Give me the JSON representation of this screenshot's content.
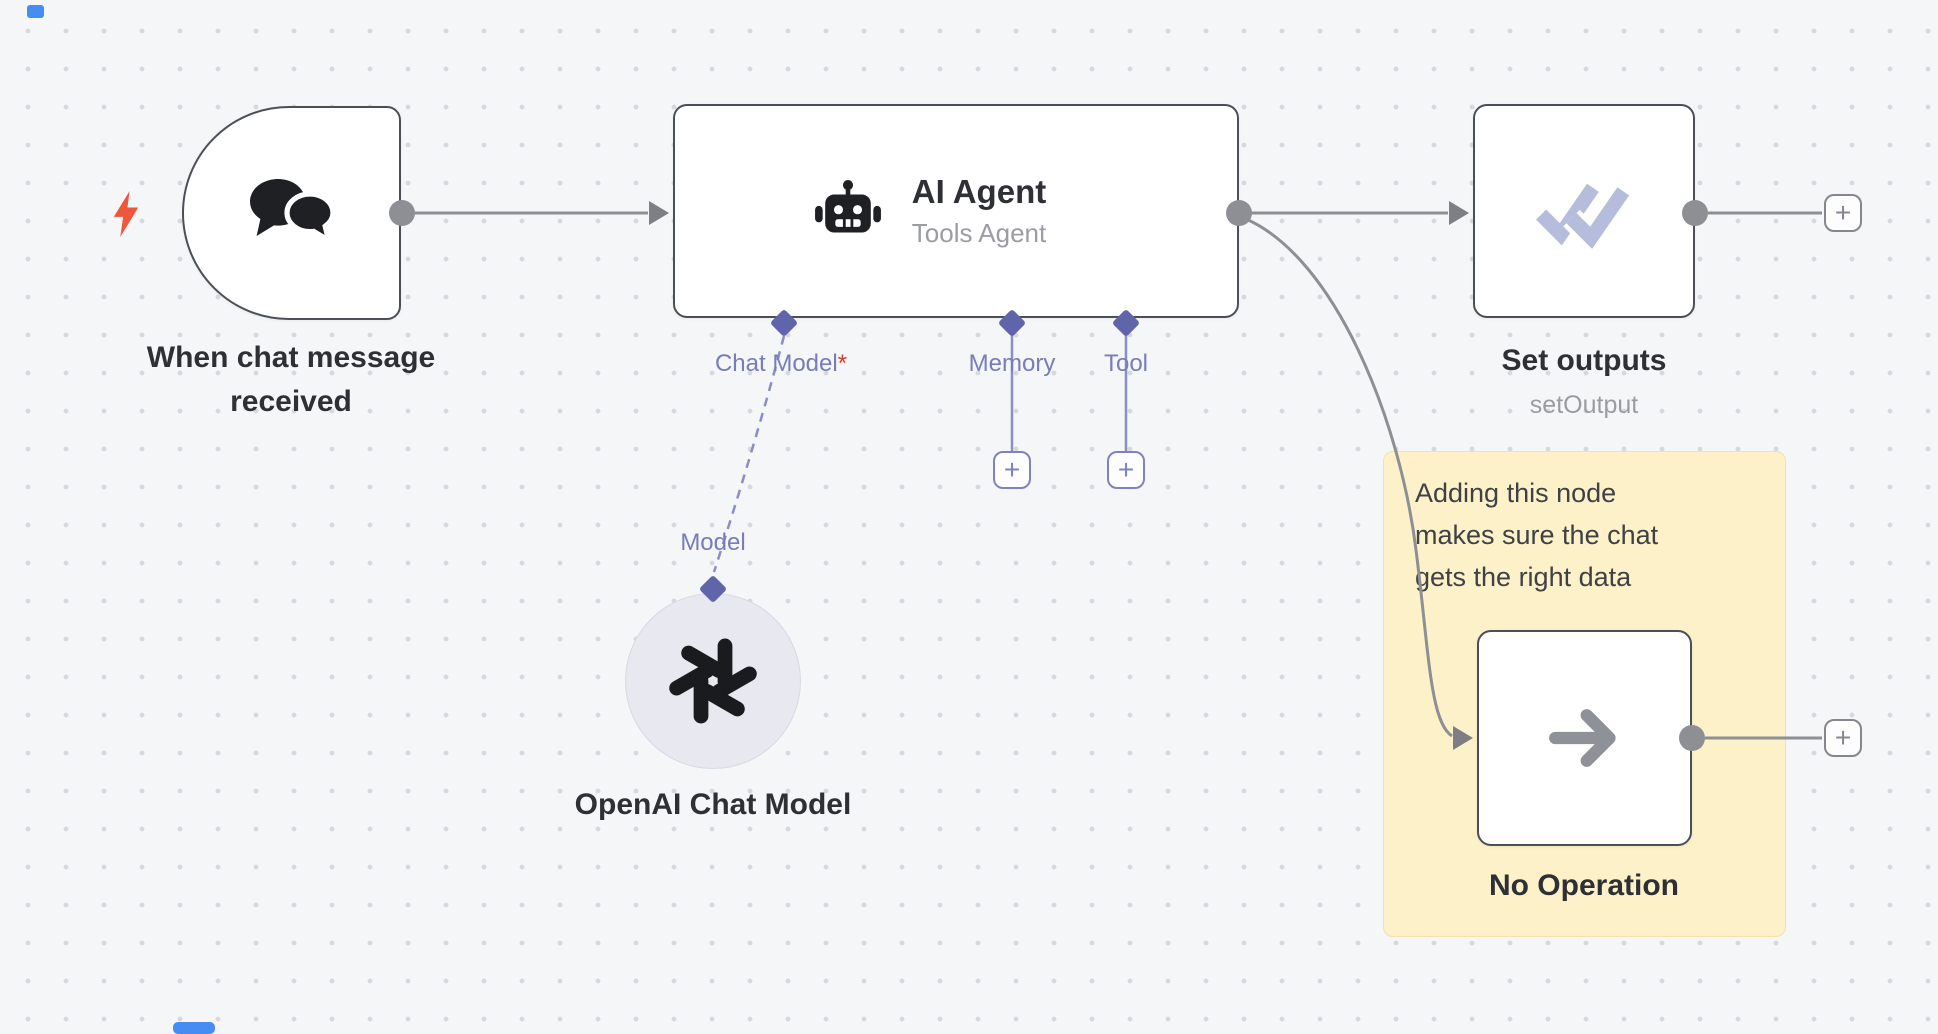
{
  "canvas": {
    "background": "#f5f6f8",
    "dot_color": "#d6d8dd"
  },
  "palette": {
    "node_border": "#4c4f55",
    "connector_gray": "#8d8f94",
    "port_accent": "#6065ab",
    "port_label": "#787cb8",
    "required_red": "#cf3b2f",
    "sticky_bg": "#fcf1c9",
    "bolt_orange": "#f0563c",
    "check_periwinkle": "#b6bcdb"
  },
  "icons": {
    "trigger_bolt": "lightning-bolt-icon",
    "trigger": "chat-bubbles-icon",
    "ai_agent": "robot-icon",
    "openai": "openai-logo-icon",
    "set_outputs": "double-checkmark-icon",
    "no_operation": "arrow-right-icon",
    "add": "plus-icon"
  },
  "workflow": {
    "trigger": {
      "label": "When chat message received"
    },
    "ai_agent": {
      "title": "AI Agent",
      "subtitle": "Tools Agent",
      "ports": {
        "chat_model": {
          "label": "Chat Model",
          "required_marker": "*"
        },
        "memory": {
          "label": "Memory"
        },
        "tool": {
          "label": "Tool"
        }
      }
    },
    "openai": {
      "input_label": "Model",
      "label": "OpenAI Chat Model"
    },
    "set_outputs": {
      "title": "Set outputs",
      "subtitle": "setOutput"
    },
    "no_operation": {
      "title": "No Operation"
    },
    "sticky": {
      "lines": [
        "Adding this node",
        "makes sure the chat",
        "gets the right data"
      ]
    },
    "plus": "+"
  }
}
